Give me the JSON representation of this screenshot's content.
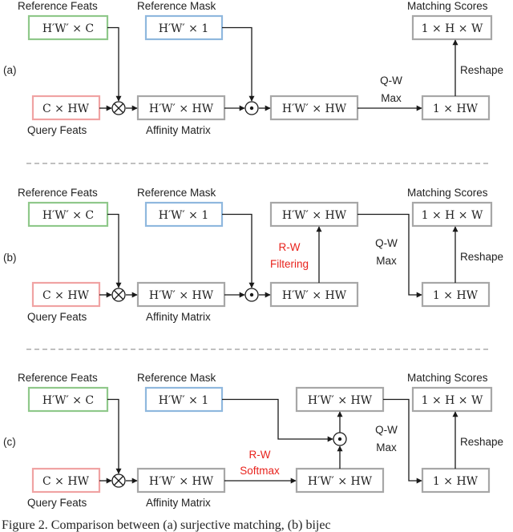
{
  "colors": {
    "ref_feat": "#8fc88a",
    "ref_mask": "#8fb8de",
    "query": "#f0a3a3",
    "neutral": "#a7a7a7",
    "highlight": "#e8231d"
  },
  "labels": {
    "reference_feats": "Reference Feats",
    "reference_mask": "Reference Mask",
    "matching_scores": "Matching Scores",
    "query_feats": "Query Feats",
    "affinity_matrix": "Affinity Matrix",
    "qw": "Q-W",
    "max": "Max",
    "reshape": "Reshape",
    "rw": "R-W",
    "filtering": "Filtering",
    "softmax": "Softmax"
  },
  "panels": {
    "a": "(a)",
    "b": "(b)",
    "c": "(c)"
  },
  "math": {
    "hw_c": "H′W′ × C",
    "hw_1": "H′W′ × 1",
    "c_hw": "C × HW",
    "hw_hw": "H′W′ × HW",
    "one_h_w": "1 × H × W",
    "one_hw": "1 × HW"
  },
  "caption": "Figure 2. Comparison between (a) surjective matching, (b) bijec"
}
